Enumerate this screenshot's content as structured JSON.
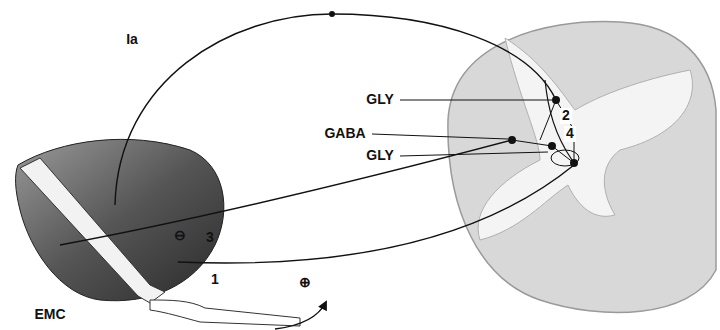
{
  "diagram": {
    "labels": [
      "Ia",
      "GLY",
      "GABA",
      "GLY",
      "2",
      "4",
      "3",
      "1",
      "⊖",
      "⊕",
      "EMC"
    ]
  }
}
